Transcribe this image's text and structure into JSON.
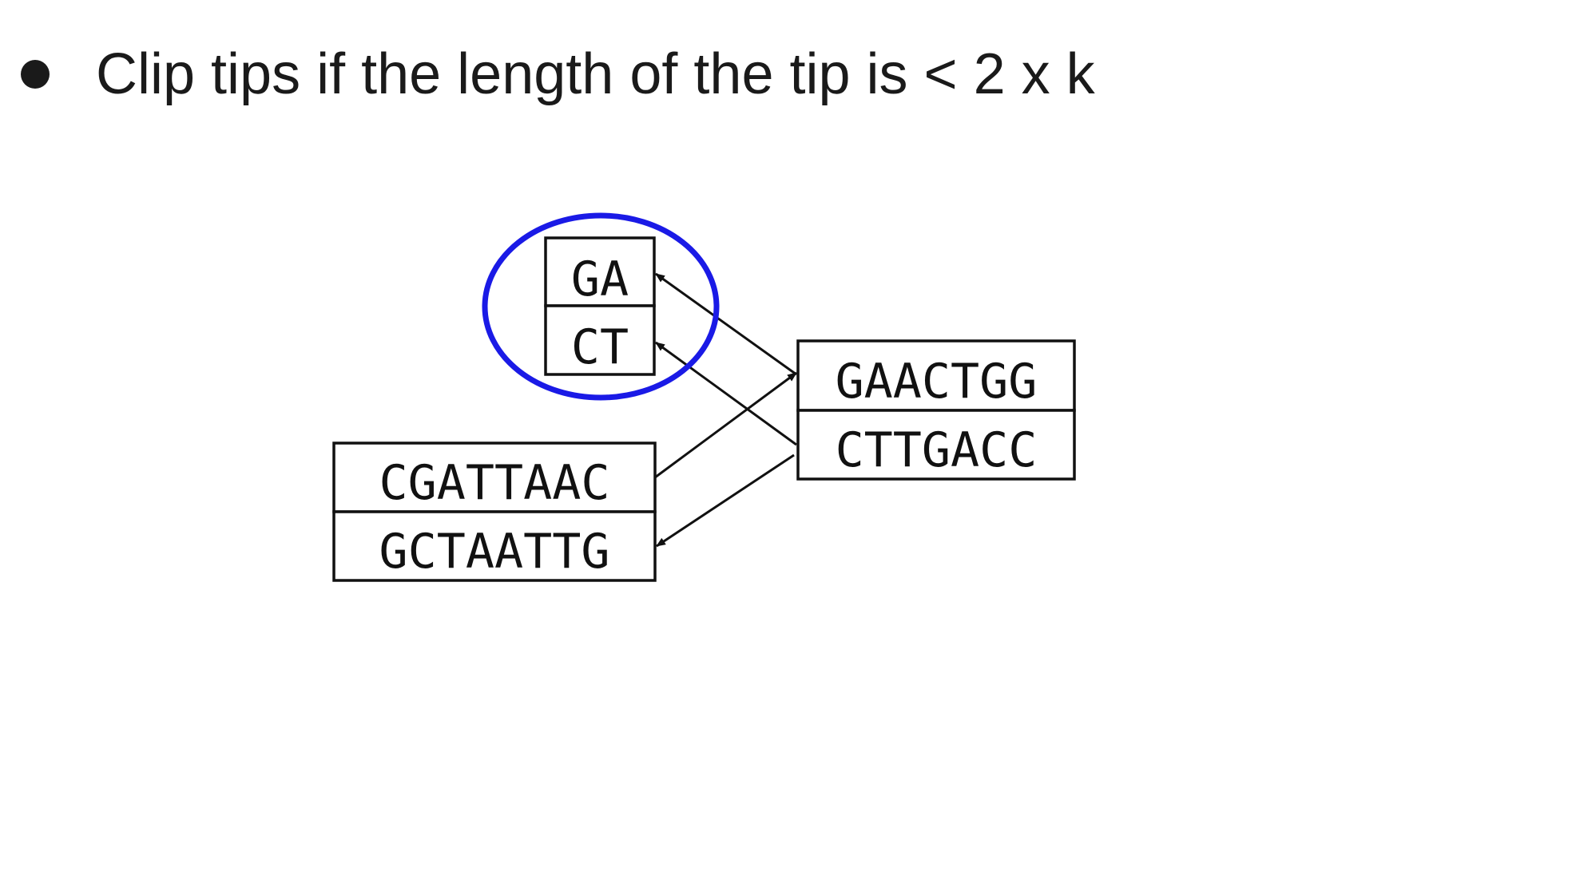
{
  "bullet": {
    "text": "Clip tips if the length of the tip is < 2 x k"
  },
  "diagram": {
    "nodes": {
      "tip": {
        "top": "GA",
        "bottom": "CT"
      },
      "left": {
        "top": "CGATTAAC",
        "bottom": "GCTAATTG"
      },
      "right": {
        "top": "GAACTGG",
        "bottom": "CTTGACC"
      }
    },
    "colors": {
      "highlight": "#1a1ae6",
      "line": "#111111"
    }
  }
}
